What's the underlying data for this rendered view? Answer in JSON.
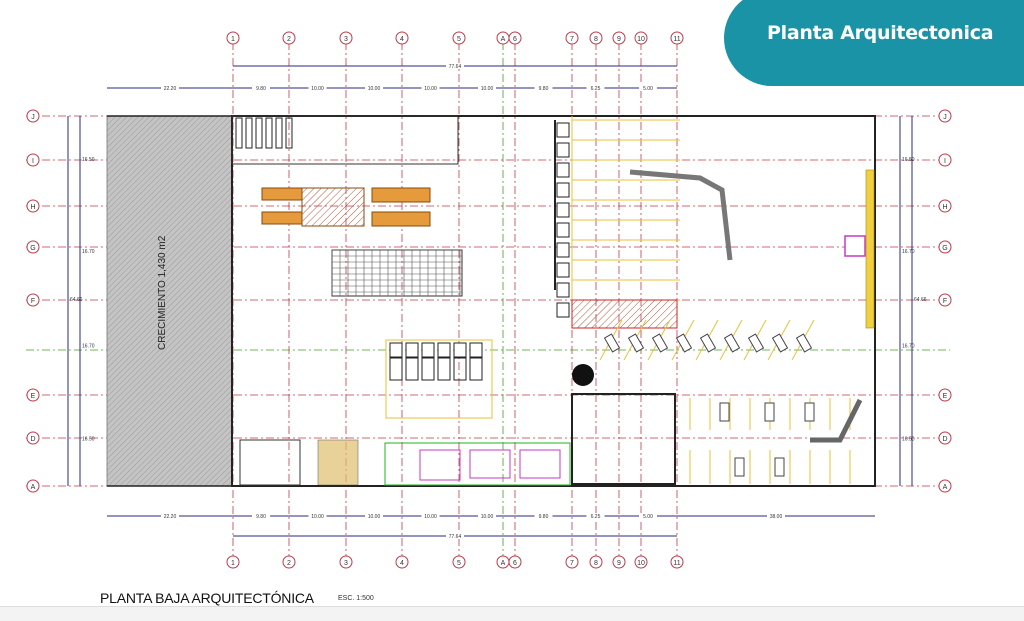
{
  "header": {
    "title": "Planta Arquitectonica"
  },
  "plan": {
    "title": "PLANTA BAJA ARQUITECTÓNICA",
    "scale": "ESC. 1:500",
    "growth_area_label": "CRECIMIENTO 1,430 m2"
  },
  "grid": {
    "columns": [
      "1",
      "2",
      "3",
      "4",
      "5",
      "A",
      "6",
      "7",
      "8",
      "9",
      "10",
      "11"
    ],
    "rows": [
      "J",
      "I",
      "H",
      "G",
      "F",
      "E",
      "D",
      "A"
    ]
  },
  "dimensions": {
    "overall_width": "77.64",
    "top_segments": [
      "22.20",
      "9.80",
      "10.00",
      "10.00",
      "10.00",
      "10.00",
      "9.80",
      "6.25",
      "5.00"
    ],
    "bottom_segments": [
      "22.20",
      "9.80",
      "10.00",
      "10.00",
      "10.00",
      "10.00",
      "9.80",
      "6.25",
      "5.00",
      "38.00"
    ],
    "left_segments": [
      "16.50",
      "16.70",
      "16.70",
      "16.50"
    ],
    "overall_height": "64.66"
  },
  "colors": {
    "badge": "#1b93a6",
    "grid_line": "#c0394a",
    "dimension_line": "#2a2a7a",
    "parking": "#e8c23a",
    "growth_area": "#b9b9b9"
  }
}
